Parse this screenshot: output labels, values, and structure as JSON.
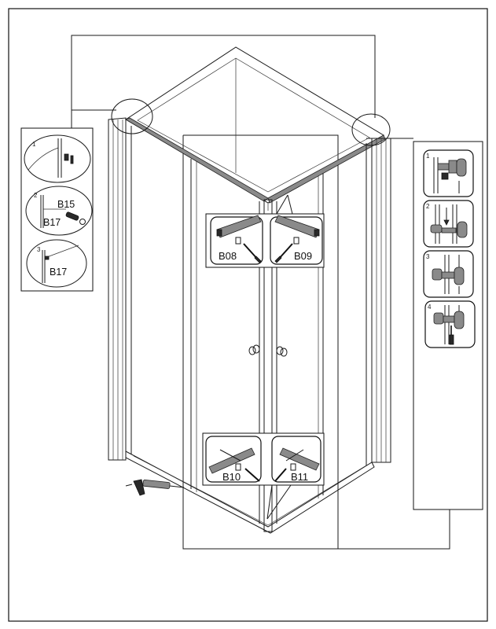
{
  "labels": {
    "top_left": "B08",
    "top_right": "B09",
    "bottom_left": "B10",
    "bottom_right": "B11"
  },
  "left_steps": [
    {
      "num": "1",
      "parts": []
    },
    {
      "num": "2",
      "parts": [
        "B15",
        "B17"
      ]
    },
    {
      "num": "3",
      "parts": [
        "B17"
      ]
    }
  ],
  "right_steps": [
    {
      "num": "1"
    },
    {
      "num": "2"
    },
    {
      "num": "3"
    },
    {
      "num": "4"
    }
  ],
  "icons": {
    "caulk_gun": "caulking-gun-icon",
    "screwdriver": "screwdriver-icon",
    "knob": "door-knob-icon"
  }
}
